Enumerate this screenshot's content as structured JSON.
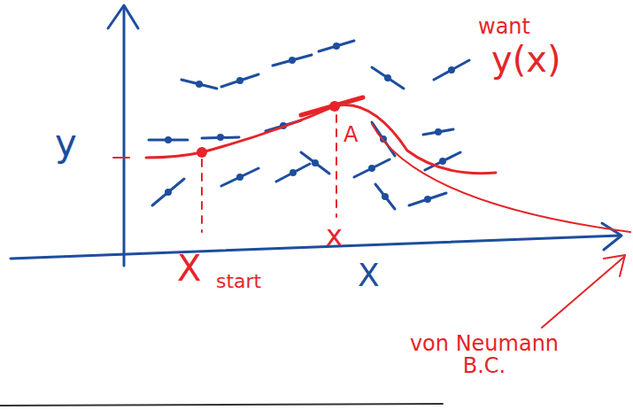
{
  "diagram": {
    "labels": [
      "y",
      "X",
      "start",
      "x",
      "X",
      "A",
      "want",
      "y(x)",
      "von Neumann B.C."
    ]
  }
}
